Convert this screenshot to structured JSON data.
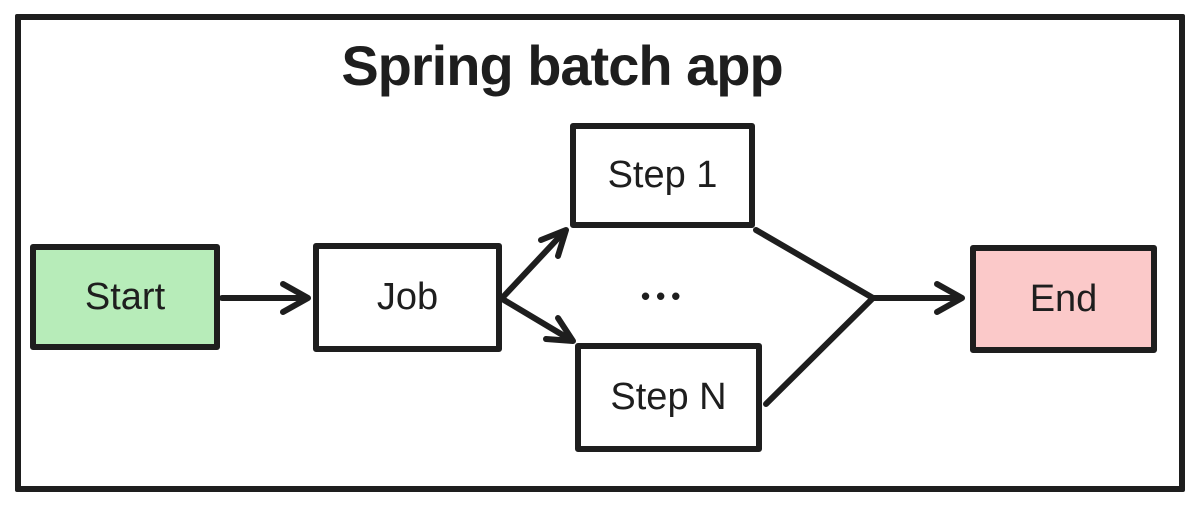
{
  "diagram": {
    "title": "Spring batch app",
    "ellipsis": "•••",
    "nodes": [
      {
        "id": "start",
        "label": "Start",
        "fill": "#b7ecb9"
      },
      {
        "id": "job",
        "label": "Job",
        "fill": "#ffffff"
      },
      {
        "id": "step-1",
        "label": "Step 1",
        "fill": "#ffffff"
      },
      {
        "id": "step-n",
        "label": "Step N",
        "fill": "#ffffff"
      },
      {
        "id": "end",
        "label": "End",
        "fill": "#fbc9c9"
      }
    ],
    "edges": [
      {
        "from": "start",
        "to": "job",
        "arrowhead": true
      },
      {
        "from": "job",
        "to": "step-1",
        "arrowhead": true
      },
      {
        "from": "job",
        "to": "step-n",
        "arrowhead": true
      },
      {
        "from": "step-1",
        "to": "merge",
        "arrowhead": false
      },
      {
        "from": "step-n",
        "to": "merge",
        "arrowhead": false
      },
      {
        "from": "merge",
        "to": "end",
        "arrowhead": true
      }
    ],
    "colors": {
      "stroke": "#1e1e1e",
      "start_fill": "#b7ecb9",
      "end_fill": "#fbc9c9",
      "step_fill": "#ffffff",
      "background": "#ffffff"
    }
  }
}
